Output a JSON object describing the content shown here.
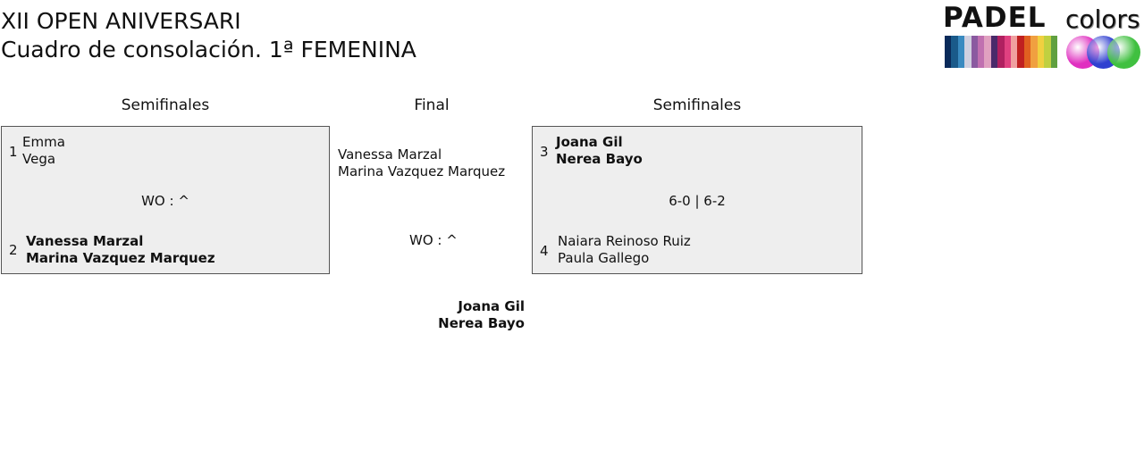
{
  "header": {
    "title": "XII OPEN ANIVERSARI",
    "subtitle": "Cuadro de consolación. 1ª FEMENINA"
  },
  "logo": {
    "word1": "PADEL",
    "word2": "colors",
    "stripe_colors": [
      "#0a2a5a",
      "#1a5a8a",
      "#3a8ac0",
      "#d0d0e0",
      "#8a5aa0",
      "#c070b0",
      "#e0a0c0",
      "#4a2a6a",
      "#b02060",
      "#e04080",
      "#f0a0a0",
      "#c02020",
      "#e06020",
      "#f0a040",
      "#f0d040",
      "#c0d040",
      "#60a040"
    ],
    "ball_colors": [
      "#e030c0",
      "#3040d0",
      "#40c040"
    ]
  },
  "rounds": {
    "left": "Semifinales",
    "center": "Final",
    "right": "Semifinales"
  },
  "left_match": {
    "top": {
      "seed": "1",
      "players": [
        "Emma",
        "Vega"
      ]
    },
    "score": "WO : ^",
    "bottom": {
      "seed": "2",
      "players": [
        "Vanessa Marzal",
        "Marina Vazquez Marquez"
      ]
    }
  },
  "right_match": {
    "top": {
      "seed": "3",
      "players": [
        "Joana Gil",
        "Nerea Bayo"
      ]
    },
    "score": "6-0 | 6-2",
    "bottom": {
      "seed": "4",
      "players": [
        "Naiara Reinoso Ruiz",
        "Paula Gallego"
      ]
    }
  },
  "final": {
    "finalist": [
      "Vanessa Marzal",
      "Marina Vazquez Marquez"
    ],
    "score": "WO : ^",
    "winner": [
      "Joana Gil",
      "Nerea Bayo"
    ]
  }
}
